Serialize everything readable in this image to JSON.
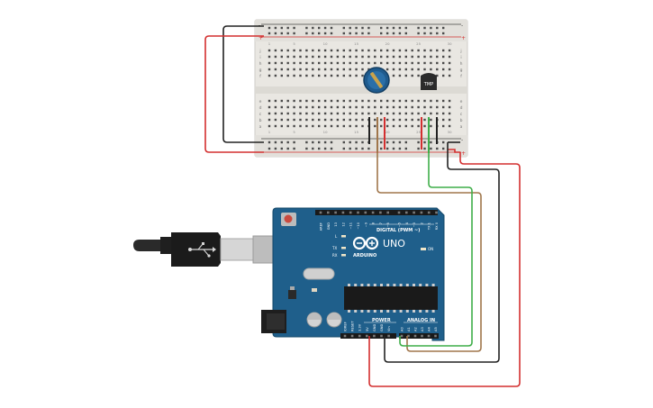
{
  "breadboard": {
    "row_letters_top": [
      "j",
      "i",
      "h",
      "g",
      "f"
    ],
    "row_letters_bottom": [
      "e",
      "d",
      "c",
      "b",
      "a"
    ],
    "column_numbers": [
      "1",
      "5",
      "10",
      "15",
      "20",
      "25",
      "30"
    ],
    "rail_plus": "+",
    "rail_minus": "-"
  },
  "temp_sensor": {
    "label": "TMP"
  },
  "arduino": {
    "logo_text": "ARDUINO",
    "model": "UNO",
    "digital_label": "DIGITAL (PWM ~)",
    "power_label": "POWER",
    "analog_label": "ANALOG IN",
    "on_label": "ON",
    "tx_label": "TX",
    "rx_label": "RX",
    "l_label": "L",
    "aref_label": "AREF",
    "gnd_label": "GND",
    "digital_pins": [
      "13",
      "12",
      "~11",
      "~10",
      "~9",
      "8",
      "7",
      "~6",
      "~5",
      "4",
      "~3",
      "2",
      "TX 1",
      "RX 0"
    ],
    "power_pins": [
      "IOREF",
      "RESET",
      "3.3V",
      "5V",
      "GND",
      "GND",
      "Vin"
    ],
    "analog_pins": [
      "A0",
      "A1",
      "A2",
      "A3",
      "A4",
      "A5"
    ]
  },
  "colors": {
    "board_blue": "#1f5f8b",
    "breadboard": "#e8e6e1",
    "wire_red": "#d32f2f",
    "wire_black": "#222222",
    "wire_green": "#3fae49",
    "wire_brown": "#a0764b",
    "potentiometer": "#1f5b8e"
  }
}
